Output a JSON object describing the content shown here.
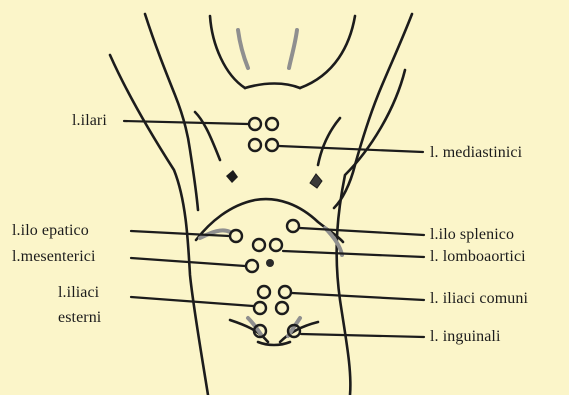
{
  "colors": {
    "background": "#fbf5c9",
    "ink": "#1c1c1c",
    "shade": "#8f8f8f"
  },
  "labels": {
    "ilari": "l.ilari",
    "mediastinici": "l.  mediastinici",
    "ilo_epatico": "l.ilo  epatico",
    "mesenterici": "l.mesenterici",
    "iliaci_esterni_line1": "l.iliaci",
    "iliaci_esterni_line2": "esterni",
    "ilo_splenico": "l.ilo  splenico",
    "lomboaortici": "l.  lomboaortici",
    "iliaci_comuni": "l.  iliaci  comuni",
    "inguinali": "l.  inguinali"
  }
}
